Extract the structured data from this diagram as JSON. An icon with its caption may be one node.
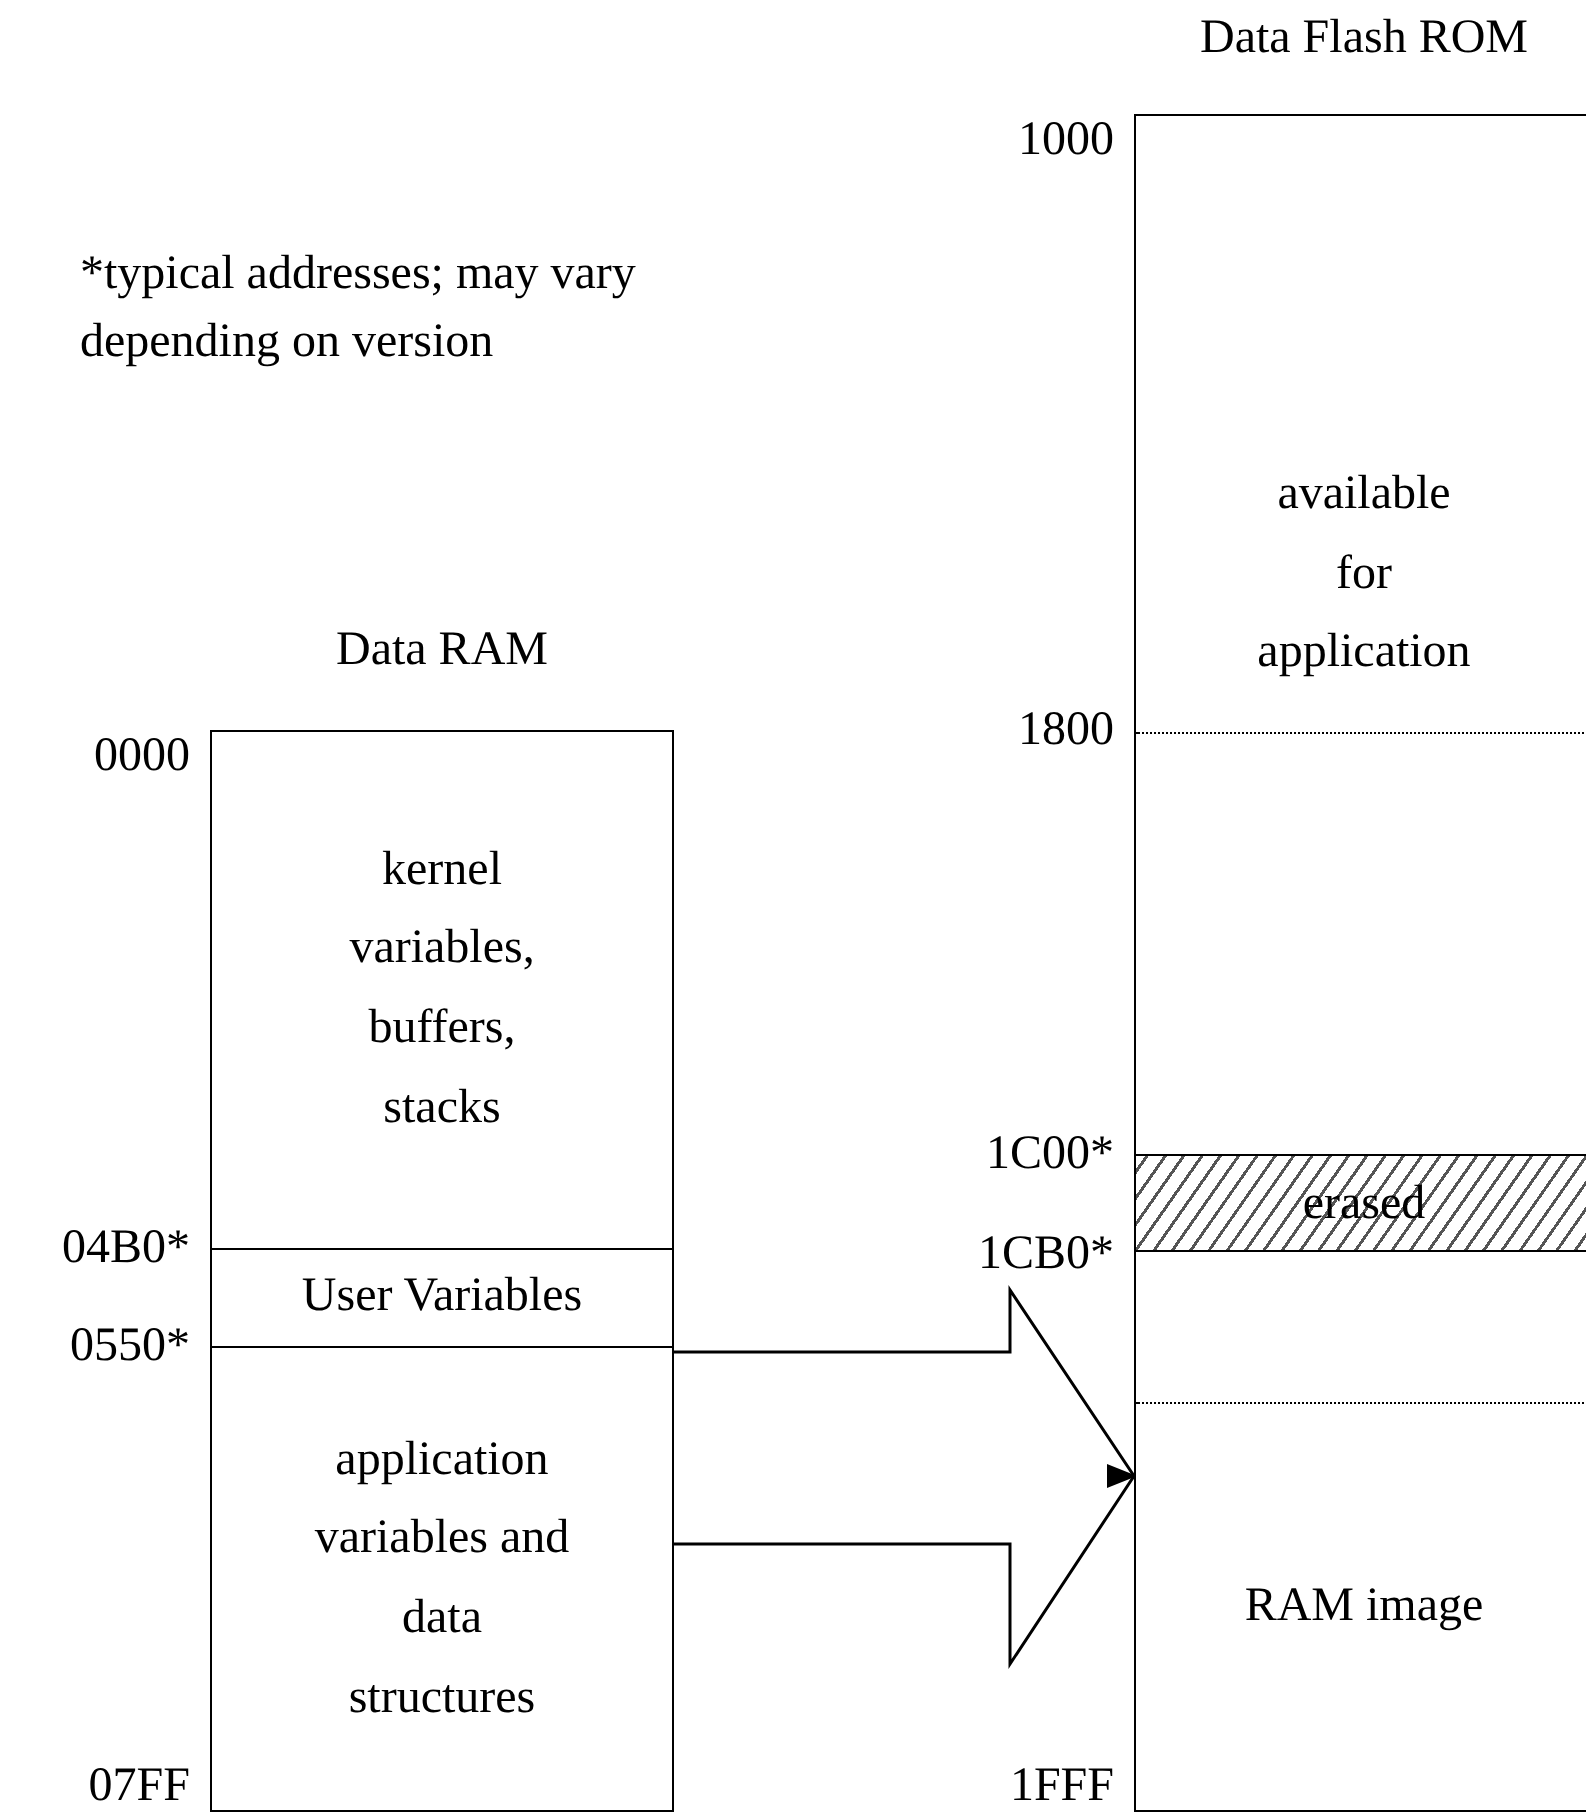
{
  "diagram": {
    "nodes": [
      {
        "text": [
          "Data RAM"
        ]
      },
      {
        "text": [
          "kernel variables, buffers, stacks"
        ],
        "in": 0
      },
      {
        "text": [
          "User Variables"
        ],
        "in": 0
      },
      {
        "text": [
          "application variables and data structures"
        ],
        "in": 0
      },
      {
        "text": [
          "Data Flash ROM"
        ]
      },
      {
        "text": [
          "available for application"
        ],
        "in": 4
      },
      {
        "text": [
          "erased"
        ],
        "in": 4
      },
      {
        "text": [
          "RAM image"
        ],
        "in": 4
      }
    ],
    "edges": [
      {
        "from": 3,
        "to": 7,
        "arrow": "to"
      }
    ],
    "labels": [
      "1000",
      "*typical addresses; may vary depending on version",
      "0000",
      "1800",
      "1C00*",
      "04B0*",
      "1CB0*",
      "0550*",
      "07FF",
      "1FFF"
    ]
  }
}
